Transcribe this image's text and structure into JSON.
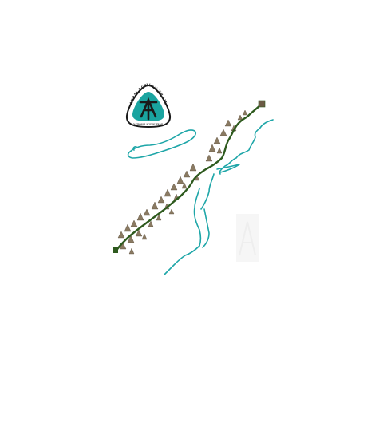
{
  "logo": {
    "arc_text": "APPALACHIAN TRAIL",
    "bottom_text": "NATIONAL SCENIC TRAIL",
    "colors": {
      "fill": "#1aa4a0",
      "border": "#1a1a1a",
      "letters": "#1a1a1a"
    }
  },
  "watermark": {
    "icon": "at-watermark-icon"
  },
  "colors": {
    "trail": "#2e5a1e",
    "water": "#1ea6a8",
    "mountains": "#8a7a62",
    "background": "#ffffff"
  },
  "icons": [
    "at-logo-icon",
    "mountain-icon",
    "trail-line",
    "coastline"
  ]
}
